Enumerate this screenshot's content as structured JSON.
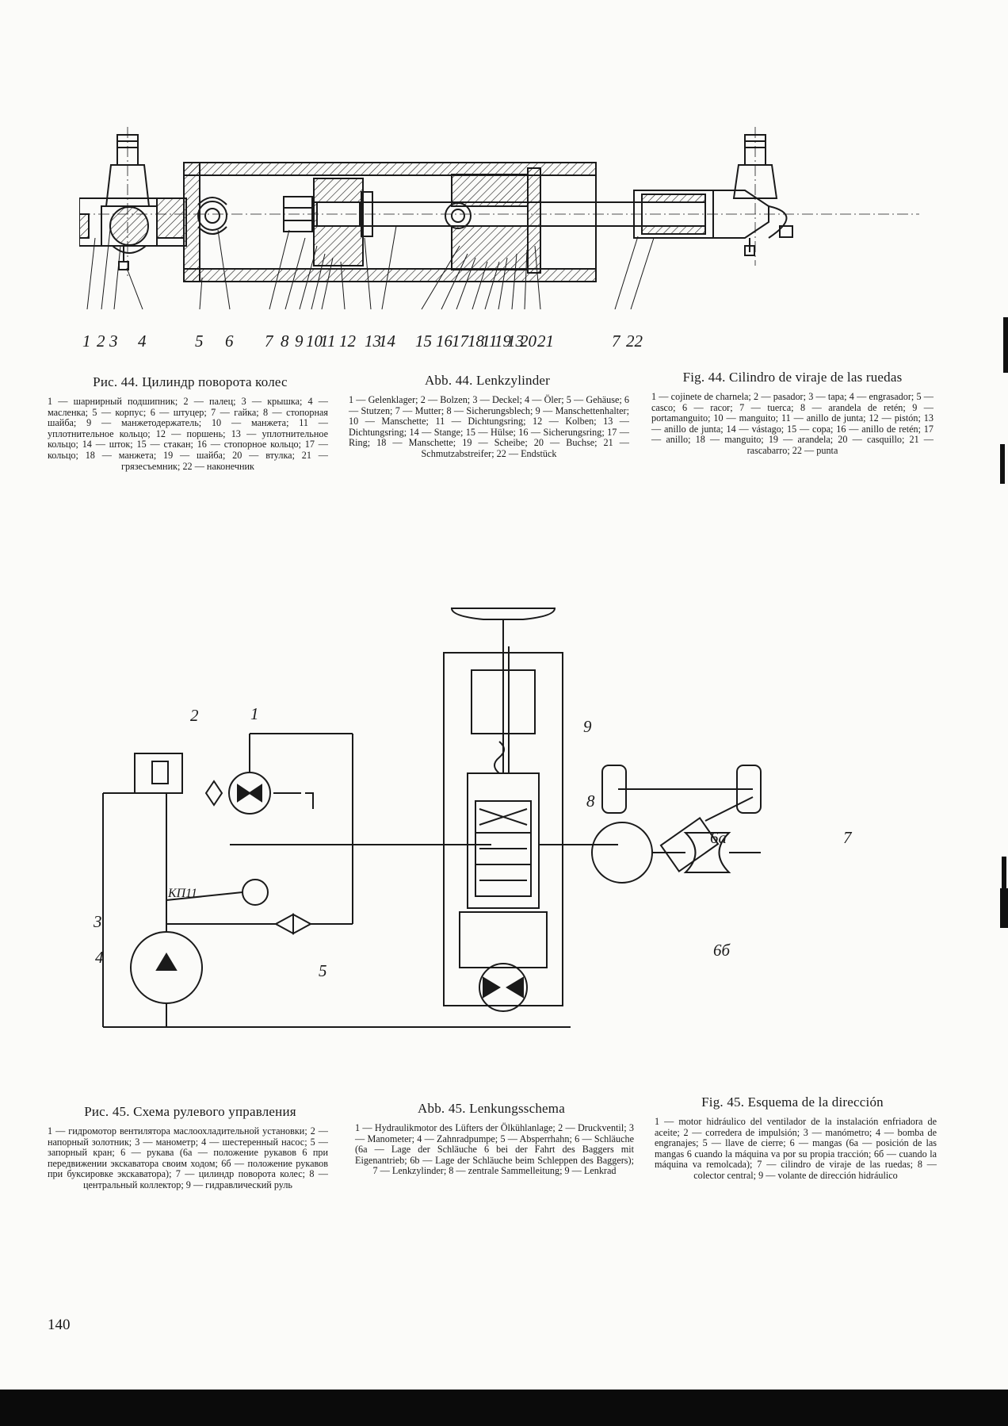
{
  "page_number": "140",
  "figure44": {
    "callouts": [
      "1",
      "2",
      "3",
      "4",
      "5",
      "6",
      "7",
      "8",
      "9",
      "10",
      "11",
      "12",
      "13",
      "14",
      "15",
      "16",
      "17",
      "18",
      "11",
      "19",
      "13",
      "20",
      "21",
      "7",
      "22"
    ],
    "ru": {
      "caption": "Рис. 44. Цилиндр поворота колес",
      "legend": "1 — шарнирный подшипник; 2 — палец; 3 — крышка; 4 — масленка; 5 — корпус; 6 — штуцер; 7 — гайка; 8 — стопорная шайба; 9 — манжетодержатель; 10 — манжета; 11 — уплотнительное кольцо; 12 — поршень; 13 — уплотнительное кольцо; 14 — шток; 15 — стакан; 16 — стопорное кольцо; 17 — кольцо; 18 — манжета; 19 — шайба; 20 — втулка; 21 — грязесъемник; 22 — наконечник"
    },
    "de": {
      "caption": "Abb. 44. Lenkzylinder",
      "legend": "1 — Gelenklager; 2 — Bolzen; 3 — Deckel; 4 — Öler; 5 — Gehäuse; 6 — Stutzen; 7 — Mutter; 8 — Sicherungsblech; 9 — Manschettenhalter; 10 — Manschette; 11 — Dichtungsring; 12 — Kolben; 13 — Dichtungsring; 14 — Stange; 15 — Hülse; 16 — Sicherungsring; 17 — Ring; 18 — Manschette; 19 — Scheibe; 20 — Buchse; 21 — Schmutzabstreifer; 22 — Endstück"
    },
    "es": {
      "caption": "Fig. 44. Cilindro de viraje de las ruedas",
      "legend": "1 — cojinete de charnela; 2 — pasador; 3 — tapa; 4 — engrasador; 5 — casco; 6 — racor; 7 — tuerca; 8 — arandela de retén; 9 — portamanguito; 10 — manguito; 11 — anillo de junta; 12 — pistón; 13 — anillo de junta; 14 — vástago; 15 — copa; 16 — anillo de retén; 17 — anillo; 18 — manguito; 19 — arandela; 20 — casquillo; 21 — rascabarro; 22 — punta"
    }
  },
  "figure45": {
    "labels": {
      "n1": "1",
      "n2": "2",
      "n3": "3",
      "n4": "4",
      "n5": "5",
      "n6a": "6а",
      "n6b": "6б",
      "n7": "7",
      "n8": "8",
      "n9": "9",
      "kp": "КП11"
    },
    "ru": {
      "caption": "Рис. 45. Схема рулевого управления",
      "legend": "1 — гидромотор вентилятора маслоохладительной установки; 2 — напорный золотник; 3 — манометр; 4 — шестеренный насос; 5 — запорный кран; 6 — рукава (6а — положение рукавов 6 при передвижении экскаватора своим ходом; 6б — положение рукавов при буксировке экскаватора); 7 — цилиндр поворота колес; 8 — центральный коллектор; 9 — гидравлический руль"
    },
    "de": {
      "caption": "Abb. 45. Lenkungsschema",
      "legend": "1 — Hydraulikmotor des Lüfters der Ölkühlanlage; 2 — Druckventil; 3 — Manometer; 4 — Zahnradpumpe; 5 — Absperrhahn; 6 — Schläuche (6a — Lage der Schläuche 6 bei der Fahrt des Baggers mit Eigenantrieb; 6b — Lage der Schläuche beim Schleppen des Baggers); 7 — Lenkzylinder; 8 — zentrale Sammelleitung; 9 — Lenkrad"
    },
    "es": {
      "caption": "Fig. 45. Esquema de la dirección",
      "legend": "1 — motor hidráulico del ventilador de la instalación enfriadora de aceite; 2 — corredera de impulsión; 3 — manómetro; 4 — bomba de engranajes; 5 — llave de cierre; 6 — mangas (6a — posición de las mangas 6 cuando la máquina va por su propia tracción; 6б — cuando la máquina va remolcada); 7 — cilindro de viraje de las ruedas; 8 — colector central; 9 — volante de dirección hidráulico"
    }
  },
  "colors": {
    "ink": "#1a1a1a",
    "paper": "#fbfbf9",
    "bar": "#0b0b0b"
  }
}
